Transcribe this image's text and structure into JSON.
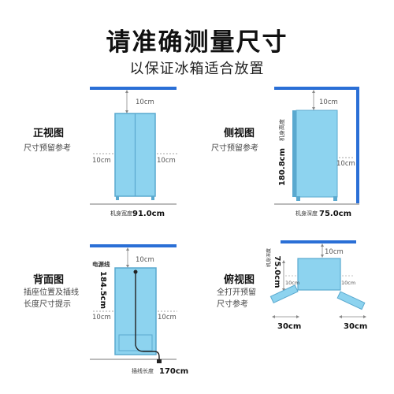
{
  "title": "请准确测量尺寸",
  "subtitle": "以保证冰箱适合放置",
  "colors": {
    "wall": "#2a6fd6",
    "fridge": "#8dd3ef",
    "fridge_edge": "#5aa9cf",
    "dim_line": "#888888",
    "shadow": "#b0b0b0"
  },
  "views": {
    "front": {
      "heading": "正视图",
      "desc": [
        "尺寸预留参考"
      ],
      "top_gap": "10cm",
      "left_gap": "10cm",
      "right_gap": "10cm",
      "width_label": "机身宽度",
      "width_value": "91.0cm"
    },
    "side": {
      "heading": "侧视图",
      "desc": [
        "尺寸预留参考"
      ],
      "top_gap": "10cm",
      "right_gap": "10cm",
      "height_label": "机身高度",
      "height_value": "180.8cm",
      "depth_label": "机身深度",
      "depth_value": "75.0cm"
    },
    "back": {
      "heading": "背面图",
      "desc": [
        "插座位置及插线",
        "长度尺寸提示"
      ],
      "top_gap": "10cm",
      "left_gap": "10cm",
      "right_gap": "10cm",
      "cord_label": "电源线",
      "height_value": "184.5cm",
      "cord_length_label": "插线长度",
      "cord_length_value": "170cm"
    },
    "top": {
      "heading": "俯视图",
      "desc": [
        "全打开预留",
        "尺寸参考"
      ],
      "top_gap": "10cm",
      "left_gap": "10cm",
      "right_gap": "10cm",
      "depth_label": "机身深度",
      "depth_value": "75.0cm",
      "left_door": "30cm",
      "right_door": "30cm"
    }
  }
}
